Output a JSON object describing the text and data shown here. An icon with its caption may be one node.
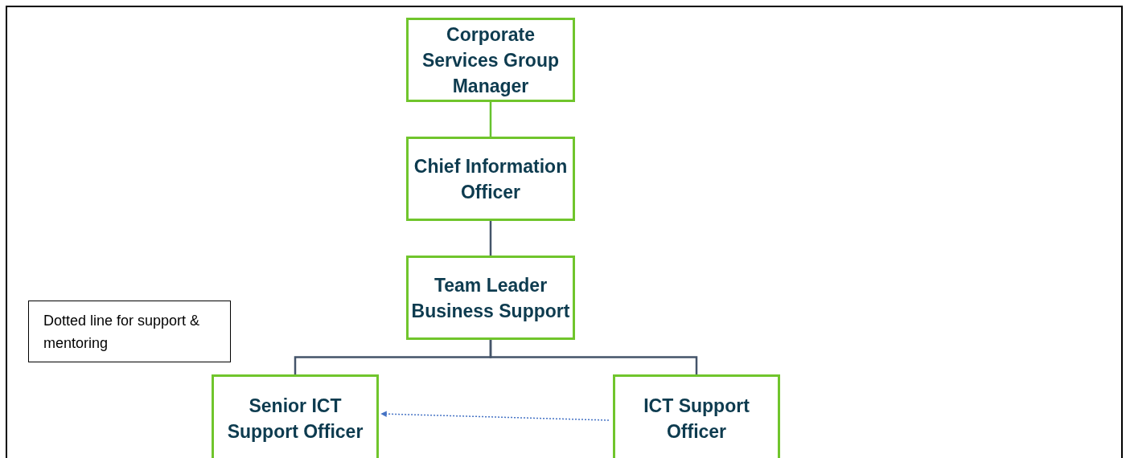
{
  "diagram": {
    "nodes": [
      {
        "text": [
          "Corporate Services Group Manager"
        ]
      },
      {
        "text": [
          "Chief Information Officer"
        ]
      },
      {
        "text": [
          "Team Leader Business Support"
        ]
      },
      {
        "text": [
          "Dotted line for support & mentoring"
        ]
      },
      {
        "text": [
          "Senior ICT Support Officer"
        ]
      },
      {
        "text": [
          "ICT Support Officer"
        ]
      }
    ],
    "edges": [
      {
        "from": 0,
        "to": 1,
        "arrow": "none",
        "color": "#66c32e"
      },
      {
        "from": 1,
        "to": 2,
        "arrow": "none"
      },
      {
        "from": 2,
        "to": 4,
        "arrow": "none"
      },
      {
        "from": 2,
        "to": 5,
        "arrow": "none"
      },
      {
        "from": 5,
        "to": 4,
        "arrow": "to",
        "style": "dashed",
        "color": "#4472c4"
      }
    ]
  }
}
